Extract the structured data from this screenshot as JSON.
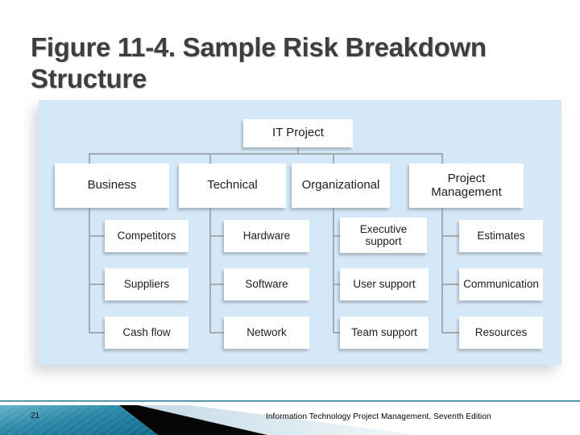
{
  "slide": {
    "title": "Figure 11-4. Sample Risk Breakdown Structure",
    "page_number": "21",
    "footer": "Information Technology Project Management, Seventh Edition"
  },
  "colors": {
    "panel_background": "#d5e8f7",
    "connector_gray": "#a4abb0",
    "title_text": "#3e3e3e",
    "ribbon_teal": "#2a87a5",
    "ribbon_teal_dark": "#0f6b8a",
    "ribbon_black": "#050505",
    "ribbon_pale_blue": "#ccdfe9"
  },
  "diagram": {
    "root": {
      "label": "IT Project"
    },
    "branches": [
      {
        "label": "Business",
        "children": [
          "Competitors",
          "Suppliers",
          "Cash flow"
        ]
      },
      {
        "label": "Technical",
        "children": [
          "Hardware",
          "Software",
          "Network"
        ]
      },
      {
        "label": "Organizational",
        "children": [
          "Executive support",
          "User support",
          "Team support"
        ]
      },
      {
        "label": "Project Management",
        "children": [
          "Estimates",
          "Communication",
          "Resources"
        ]
      }
    ]
  }
}
